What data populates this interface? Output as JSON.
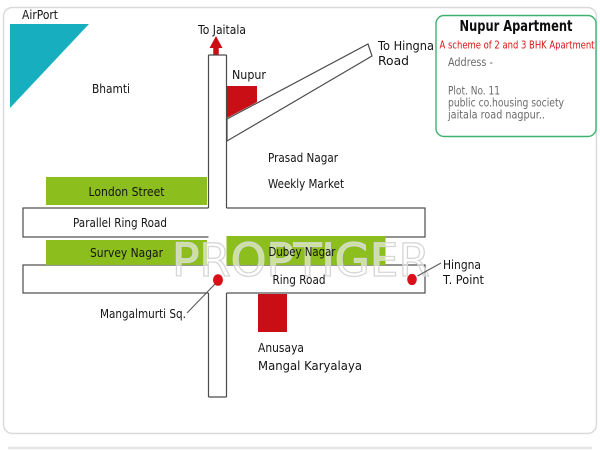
{
  "map": {
    "labels": {
      "airport": "AirPort",
      "bhamti": "Bhamti",
      "to_jaitala": "To Jaitala",
      "nupur": "Nupur",
      "to_hingna_line1": "To Hingna",
      "to_hingna_line2": "Road",
      "prasad_nagar": "Prasad Nagar",
      "weekly_market": "Weekly Market",
      "london_street": "London Street",
      "parallel_ring_road": "Parallel Ring Road",
      "survey_nagar": "Survey Nagar",
      "dubey_nagar": "Dubey Nagar",
      "ring_road": "Ring Road",
      "mangalmurti": "Mangalmurti Sq.",
      "hingna_point_line1": "Hingna",
      "hingna_point_line2": "T. Point",
      "anusaya_line1": "Anusaya",
      "anusaya_line2": "Mangal Karyalaya"
    },
    "watermark": "PROPTIGER"
  },
  "info_box": {
    "title": "Nupur Apartment",
    "subtitle": "A scheme of 2 and 3 BHK Apartment",
    "address_label": "Address -",
    "address_lines": [
      "Plot. No. 11",
      "public co.housing society",
      "jaitala road nagpur.."
    ]
  },
  "colors": {
    "block_green": "#8CBE1E",
    "marker_red": "#C90E15",
    "dot_red": "#D9101A",
    "runway_teal": "#17AEBF",
    "road_outline": "#4B4B4B",
    "info_border_green": "#3FB271",
    "subtitle_red": "#DD1414",
    "address_gray": "#6B6B6B",
    "watermark_gray": "#D6D6D6"
  }
}
